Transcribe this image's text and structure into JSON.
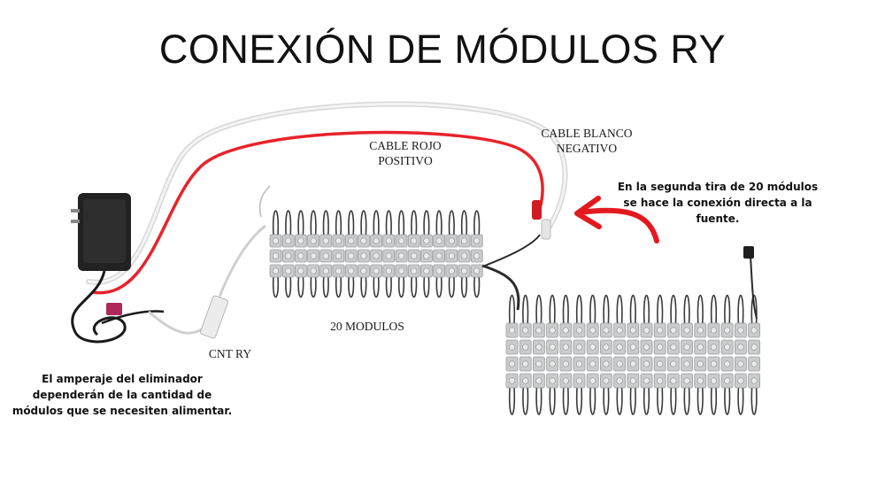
{
  "title": "CONEXIÓN DE MÓDULOS RY",
  "labels": {
    "cable_rojo": [
      "CABLE ROJO",
      "POSITIVO"
    ],
    "cable_blanco": [
      "CABLE BLANCO",
      "NEGATIVO"
    ],
    "modules_count": "20 MODULOS",
    "controller": "CNT RY"
  },
  "notes": {
    "second_strip": [
      "En la segunda tira de 20 módulos",
      "se hace la conexión directa a la",
      "fuente."
    ],
    "amperage": [
      "El amperaje del eliminador",
      "dependerán de la cantidad de",
      "módulos que se necesiten alimentar."
    ]
  },
  "colors": {
    "red_cable": "#e8232a",
    "white_cable": "#d9d9d9",
    "arrow": "#e3191e",
    "module": "#c9cbcc"
  }
}
